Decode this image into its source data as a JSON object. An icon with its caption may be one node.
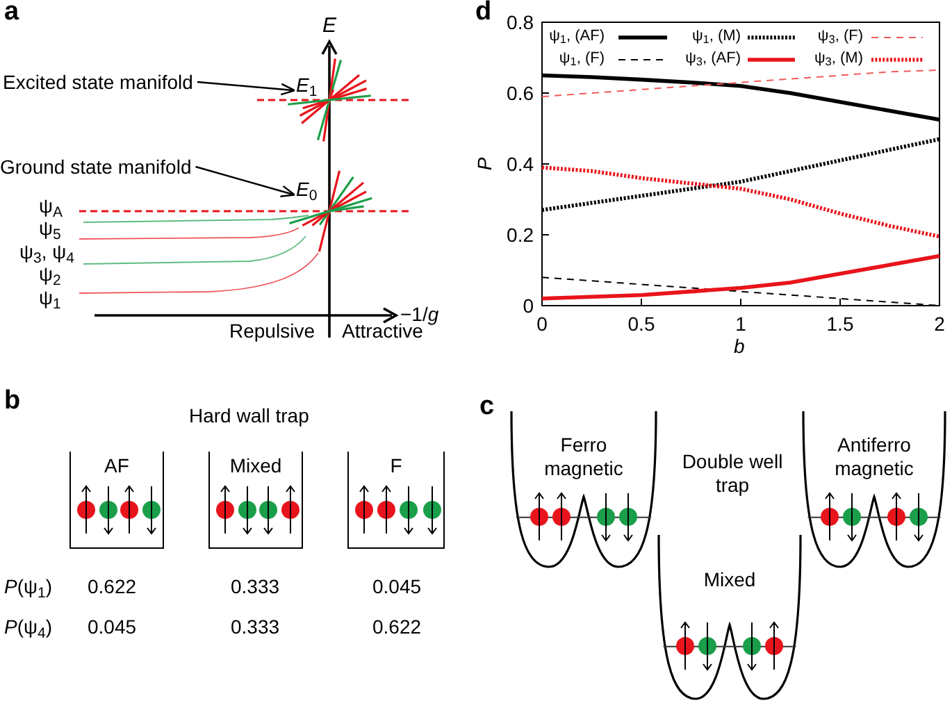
{
  "diagram": {
    "nodes": [
      {
        "text": [
          "Excited state manifold"
        ]
      },
      {
        "text": [
          "*E*$_{1}$"
        ]
      },
      {
        "text": [
          "Ground state manifold"
        ]
      },
      {
        "text": [
          "*E*$_{0}$"
        ]
      },
      {
        "text": [
          "AF"
        ]
      },
      {
        "text": [
          "Mixed"
        ]
      },
      {
        "text": [
          "F"
        ]
      },
      {
        "text": [
          "Ferro magnetic"
        ]
      },
      {
        "text": [
          "Antiferro magnetic"
        ]
      },
      {
        "text": [
          "Mixed"
        ]
      }
    ],
    "edges": [
      {
        "from": 0,
        "to": 1,
        "arrow": "to"
      },
      {
        "from": 2,
        "to": 3,
        "arrow": "to"
      }
    ],
    "labels": [
      "a",
      "E",
      "ψ$_{A}$",
      "ψ$_{5}$",
      "ψ$_{3}$, ψ$_{4}$",
      "ψ$_{2}$",
      "ψ$_{1}$",
      "−1/*g*",
      "Repulsive",
      "Attractive",
      "d",
      "b",
      "Hard wall trap",
      "*P*(ψ$_{1}$)",
      "0.622",
      "0.333",
      "0.045",
      "*P*(ψ$_{4}$)",
      "0.045",
      "0.333",
      "0.622",
      "c",
      "Double well trap"
    ],
    "chart_data": {
      "type": "line",
      "xlabel": "b",
      "ylabel": "P",
      "x": [
        0,
        0.25,
        0.5,
        0.75,
        1,
        1.25,
        1.5,
        1.75,
        2
      ],
      "series": [
        {
          "name": "ψ$_{1}$, (AF)",
          "color": "#000000",
          "line_style": "solid",
          "values": [
            0.65,
            0.645,
            0.638,
            0.63,
            0.62,
            0.6,
            0.575,
            0.55,
            0.525
          ]
        },
        {
          "name": "ψ$_{1}$, (M)",
          "color": "#000000",
          "line_style": "dotted",
          "values": [
            0.27,
            0.29,
            0.31,
            0.33,
            0.35,
            0.38,
            0.41,
            0.44,
            0.47
          ]
        },
        {
          "name": "ψ$_{3}$, (F)",
          "color": "#f05a5a",
          "line_style": "dashed",
          "values": [
            0.59,
            0.6,
            0.61,
            0.62,
            0.63,
            0.64,
            0.65,
            0.66,
            0.665
          ]
        },
        {
          "name": "ψ$_{1}$, (F)",
          "color": "#000000",
          "line_style": "dashed",
          "values": [
            0.08,
            0.07,
            0.06,
            0.05,
            0.04,
            0.03,
            0.02,
            0.01,
            0.0
          ]
        },
        {
          "name": "ψ$_{3}$, (AF)",
          "color": "#e8141b",
          "line_style": "solid",
          "values": [
            0.02,
            0.025,
            0.03,
            0.04,
            0.05,
            0.065,
            0.09,
            0.115,
            0.14
          ]
        },
        {
          "name": "ψ$_{3}$, (M)",
          "color": "#e8141b",
          "line_style": "dotted",
          "values": [
            0.39,
            0.38,
            0.36,
            0.345,
            0.33,
            0.3,
            0.26,
            0.225,
            0.195
          ]
        }
      ],
      "legend": "top",
      "xlim": [
        0,
        2
      ],
      "ylim": [
        0,
        0.8
      ],
      "xticks": [
        0,
        0.5,
        1,
        1.5,
        2
      ],
      "yticks": [
        0,
        0.2,
        0.4,
        0.6,
        0.8
      ]
    }
  }
}
